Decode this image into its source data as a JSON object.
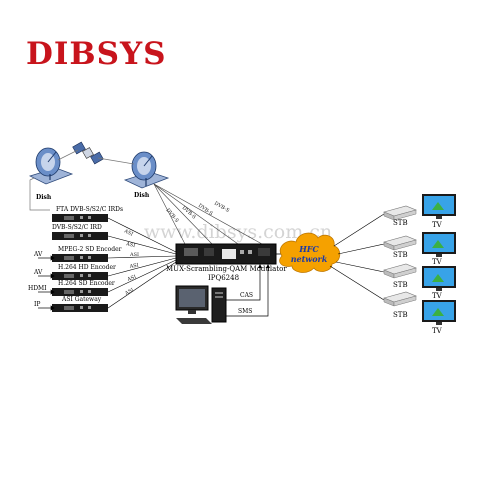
{
  "logo": {
    "text": "DIBSYS",
    "color": "#c8141c"
  },
  "watermark": "www.dibsys.com.cn",
  "dishes": [
    {
      "label": "Dish"
    },
    {
      "label": "Dish"
    }
  ],
  "satellite": {
    "icon": "satellite-icon"
  },
  "rack_devices": [
    {
      "label": "FTA DVB-S/S2/C IRDs"
    },
    {
      "label": "DVB-S/S2/C IRD"
    },
    {
      "label": "MPEG-2 SD Encoder",
      "input": "AV"
    },
    {
      "label": "H.264 HD Encoder",
      "input": "AV"
    },
    {
      "label": "H.264 SD Encoder",
      "input": "HDMI"
    },
    {
      "label": "ASI Gateway",
      "input": "IP"
    }
  ],
  "links": {
    "asi": "ASI",
    "dvb": "DVB-S"
  },
  "modulator": {
    "title": "MUX-Scrambling-QAM Modulator",
    "model": "IPQ6248"
  },
  "pc_links": {
    "cas": "CAS",
    "sms": "SMS"
  },
  "network": {
    "line1": "HFC",
    "line2": "network"
  },
  "endpoints": [
    {
      "stb": "STB",
      "tv": "TV"
    },
    {
      "stb": "STB",
      "tv": "TV"
    },
    {
      "stb": "STB",
      "tv": "TV"
    },
    {
      "stb": "STB",
      "tv": "TV"
    }
  ],
  "colors": {
    "brand": "#c8141c",
    "device": "#1a1a1a",
    "cloud": "#f5a100",
    "network_text": "#1b3aa8",
    "tv_screen": "#38a3e8"
  }
}
